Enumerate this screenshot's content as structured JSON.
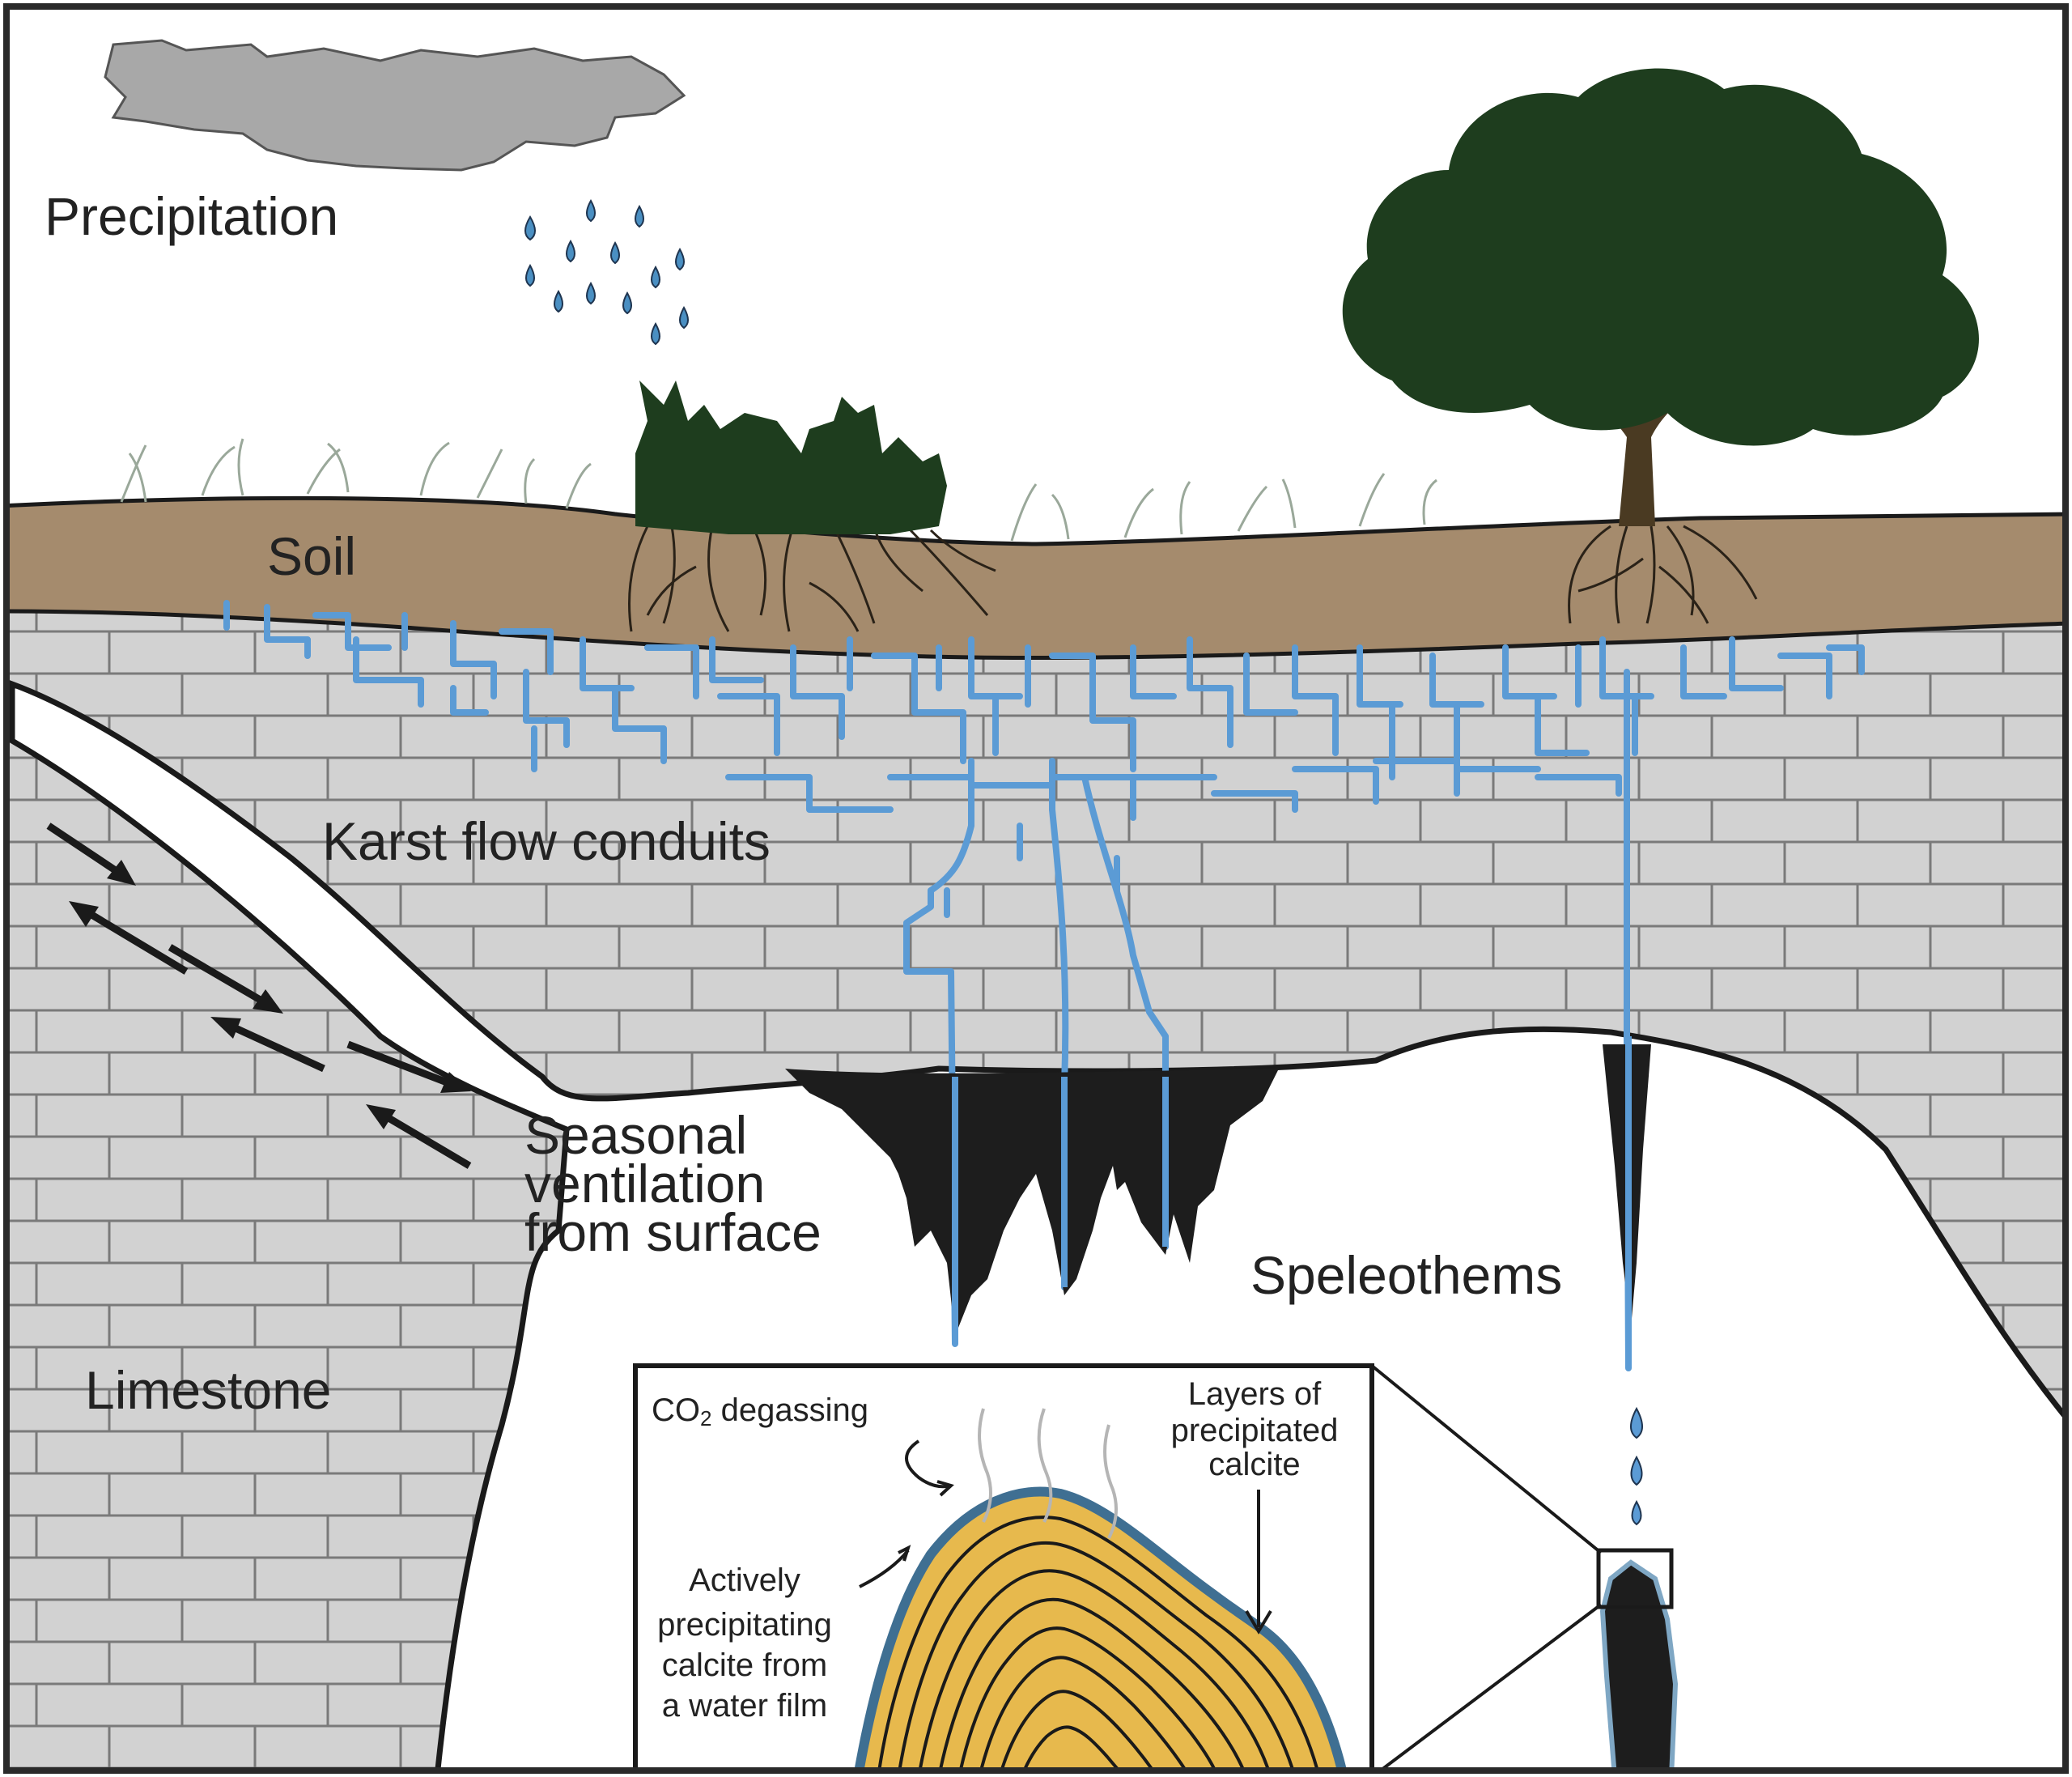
{
  "labels": {
    "precipitation": "Precipitation",
    "soil": "Soil",
    "karst": "Karst flow conduits",
    "seasonal_1": "Seasonal",
    "seasonal_2": "ventilation",
    "seasonal_3": "from surface",
    "speleothems": "Speleothems",
    "limestone": "Limestone",
    "co2_prefix": "CO",
    "co2_sub": "2",
    "co2_suffix": " degassing",
    "layers_1": "Layers of",
    "layers_2": "precipitated",
    "layers_3": "calcite",
    "active_1": "Actively",
    "active_2": "precipitating",
    "active_3": "calcite from",
    "active_4": "a water film"
  },
  "colors": {
    "cloud": "#a8a8a8",
    "rain": "#4a8fc2",
    "soil": "#a58b6d",
    "limestone": "#d2d2d2",
    "mortar": "#7a7a7a",
    "water": "#5b9bd5",
    "vegetation": "#1e3d1e",
    "trunk": "#4a3a22",
    "cave": "#ffffff",
    "stalactite": "#1d1d1d",
    "calcite": "#e7b94d",
    "film": "#3f6f92"
  }
}
